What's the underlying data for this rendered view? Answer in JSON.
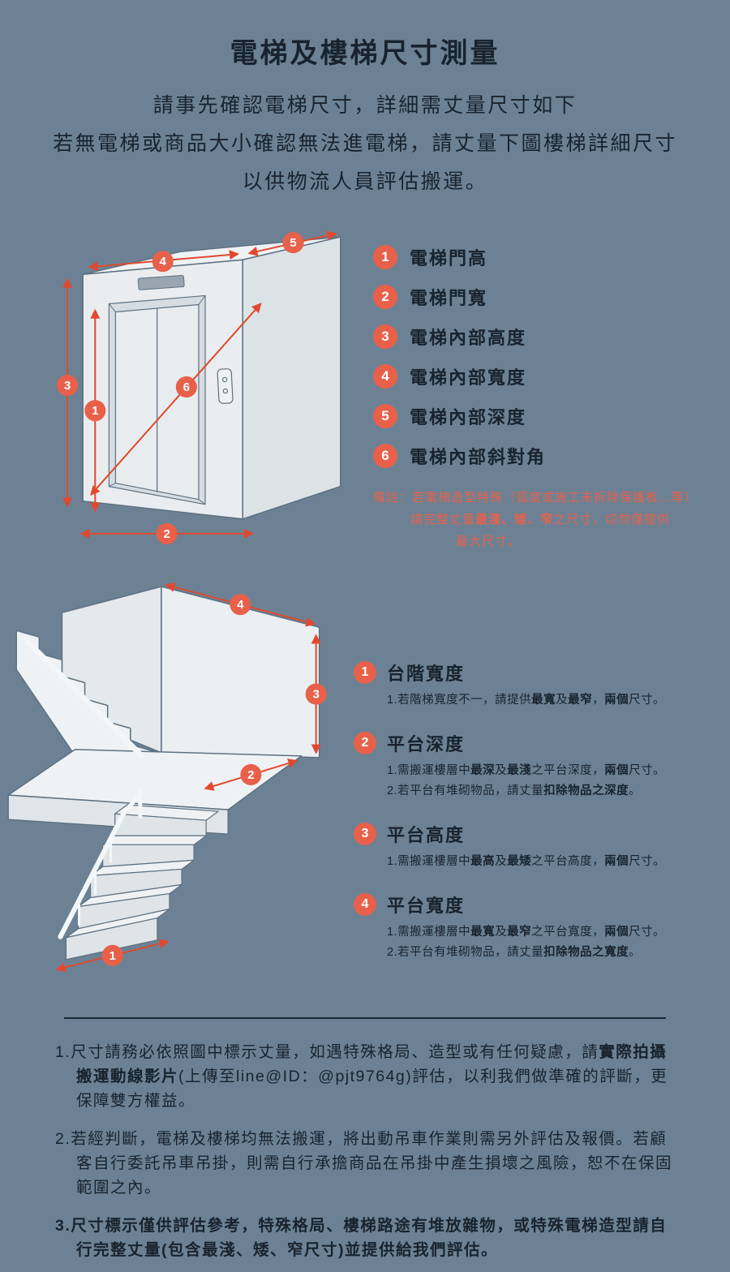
{
  "theme": {
    "background": "#6C8294",
    "text": "#18232F",
    "accent": "#E8604A",
    "measure_line": "#E0492F",
    "figure_fill": "#EDF1F3",
    "figure_stroke": "#5D7181"
  },
  "header": {
    "title": "電梯及樓梯尺寸測量",
    "intro_lines": [
      "請事先確認電梯尺寸，詳細需丈量尺寸如下",
      "若無電梯或商品大小確認無法進電梯，請丈量下圖樓梯詳細尺寸",
      "以供物流人員評估搬運。"
    ]
  },
  "elevator": {
    "legend": [
      {
        "num": "1",
        "label": "電梯門高"
      },
      {
        "num": "2",
        "label": "電梯門寬"
      },
      {
        "num": "3",
        "label": "電梯內部高度"
      },
      {
        "num": "4",
        "label": "電梯內部寬度"
      },
      {
        "num": "5",
        "label": "電梯內部深度"
      },
      {
        "num": "6",
        "label": "電梯內部斜對角"
      }
    ],
    "note_lines": [
      [
        {
          "t": "備註：若電梯造型特殊（弧度或施工未拆除保護板...等）"
        }
      ],
      [
        {
          "t": "請完整丈量"
        },
        {
          "t": "最淺、矮、窄",
          "b": true
        },
        {
          "t": "之尺寸，切勿僅提供"
        }
      ],
      [
        {
          "t": "最大尺寸。"
        }
      ]
    ]
  },
  "stairs": {
    "legend": [
      {
        "num": "1",
        "title": "台階寬度",
        "subs": [
          [
            {
              "t": "1.若階梯寬度不一，請提供"
            },
            {
              "t": "最寬",
              "b": true
            },
            {
              "t": "及"
            },
            {
              "t": "最窄",
              "b": true
            },
            {
              "t": "，"
            },
            {
              "t": "兩個",
              "b": true
            },
            {
              "t": "尺寸。"
            }
          ]
        ]
      },
      {
        "num": "2",
        "title": "平台深度",
        "subs": [
          [
            {
              "t": "1.需搬運樓層中"
            },
            {
              "t": "最深",
              "b": true
            },
            {
              "t": "及"
            },
            {
              "t": "最淺",
              "b": true
            },
            {
              "t": "之平台深度，"
            },
            {
              "t": "兩個",
              "b": true
            },
            {
              "t": "尺寸。"
            }
          ],
          [
            {
              "t": "2.若平台有堆砌物品，請丈量"
            },
            {
              "t": "扣除物品之深度",
              "b": true
            },
            {
              "t": "。"
            }
          ]
        ]
      },
      {
        "num": "3",
        "title": "平台高度",
        "subs": [
          [
            {
              "t": "1.需搬運樓層中"
            },
            {
              "t": "最高",
              "b": true
            },
            {
              "t": "及"
            },
            {
              "t": "最矮",
              "b": true
            },
            {
              "t": "之平台高度，"
            },
            {
              "t": "兩個",
              "b": true
            },
            {
              "t": "尺寸。"
            }
          ]
        ]
      },
      {
        "num": "4",
        "title": "平台寬度",
        "subs": [
          [
            {
              "t": "1.需搬運樓層中"
            },
            {
              "t": "最寬",
              "b": true
            },
            {
              "t": "及"
            },
            {
              "t": "最窄",
              "b": true
            },
            {
              "t": "之平台寬度，"
            },
            {
              "t": "兩個",
              "b": true
            },
            {
              "t": "尺寸。"
            }
          ],
          [
            {
              "t": "2.若平台有堆砌物品，請丈量"
            },
            {
              "t": "扣除物品之寬度",
              "b": true
            },
            {
              "t": "。"
            }
          ]
        ]
      }
    ]
  },
  "footnotes": [
    [
      {
        "t": "1.尺寸請務必依照圖中標示丈量，如遇特殊格局、造型或有任何疑慮，請"
      },
      {
        "t": "實際拍攝搬運動線影片",
        "b": true
      },
      {
        "t": "(上傳至line@ID：@pjt9764g)評估，以利我們做準確的評斷，更保障雙方權益。"
      }
    ],
    [
      {
        "t": "2.若經判斷，電梯及樓梯均無法搬運，將出動吊車作業則需另外評估及報價。若顧客自行委託吊車吊掛，則需自行承擔商品在吊掛中產生損壞之風險，恕不在保固範圍之內。"
      }
    ],
    [
      {
        "t": "3.尺寸標示僅供評估參考，特殊格局、樓梯路途有堆放雜物，或特殊電梯造型請自行完整丈量(包含最淺、矮、窄尺寸)並提供給我們評估。",
        "b": true
      }
    ]
  ]
}
